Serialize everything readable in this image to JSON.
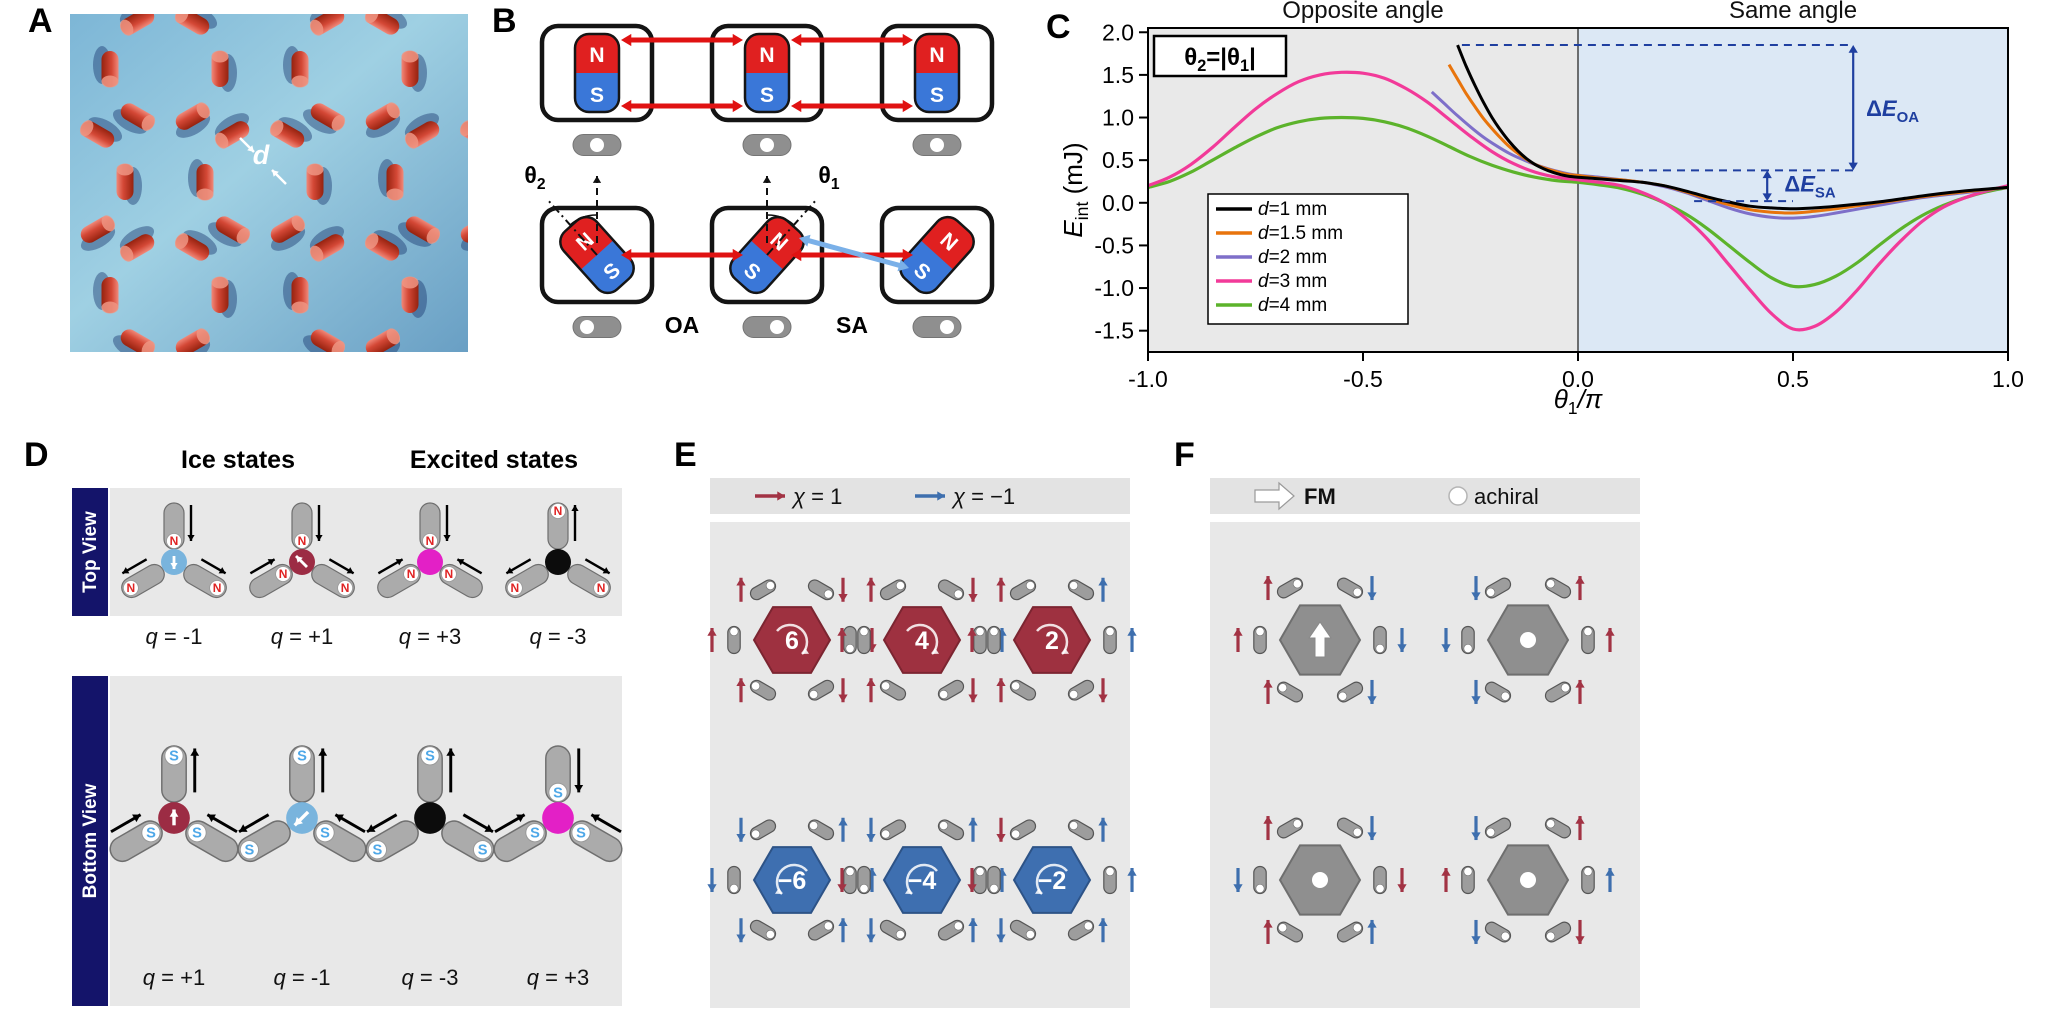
{
  "panels": {
    "A": {
      "label": "A",
      "distance_label": "d"
    },
    "B": {
      "label": "B",
      "magnet_north": "N",
      "magnet_south": "S",
      "theta2": {
        "main": "θ",
        "sub": "2"
      },
      "theta1": {
        "main": "θ",
        "sub": "1"
      },
      "oa_label": "OA",
      "sa_label": "SA"
    },
    "C": {
      "label": "C"
    },
    "D": {
      "label": "D"
    },
    "E": {
      "label": "E"
    },
    "F": {
      "label": "F"
    }
  },
  "chart_data": {
    "type": "line",
    "title": "",
    "xlabel": "θ1/π",
    "xlabel_parts": {
      "main": "θ",
      "sub": "1",
      "rest": "/π"
    },
    "ylabel": "Eint (mJ)",
    "ylabel_parts": {
      "main": "E",
      "sub": "int",
      "rest": " (mJ)"
    },
    "xlim": [
      -1.0,
      1.0
    ],
    "ylim": [
      -1.75,
      2.05
    ],
    "xticks": [
      -1.0,
      -0.5,
      0.0,
      0.5,
      1.0
    ],
    "xtick_labels": [
      "-1.0",
      "-0.5",
      "0.0",
      "0.5",
      "1.0"
    ],
    "yticks": [
      2.0,
      1.5,
      1.0,
      0.5,
      0.0,
      -0.5,
      -1.0,
      -1.5
    ],
    "ytick_labels": [
      "2.0",
      "1.5",
      "1.0",
      "0.5",
      "0.0",
      "-0.5",
      "-1.0",
      "-1.5"
    ],
    "region_labels": [
      "Opposite angle",
      "Same angle"
    ],
    "region_colors": {
      "left": "#e9e9e9",
      "right": "#dce8f5"
    },
    "condition_parts": {
      "t1": "θ",
      "s1": "2",
      "t2": "=|θ",
      "s2": "1",
      "t3": "|"
    },
    "legend_position": "lower-left",
    "series": [
      {
        "name": "d=4 mm",
        "color": "#5cb32b",
        "width": 3.2,
        "x": [
          -1.0,
          -0.95,
          -0.9,
          -0.85,
          -0.8,
          -0.75,
          -0.7,
          -0.65,
          -0.6,
          -0.55,
          -0.5,
          -0.45,
          -0.4,
          -0.35,
          -0.3,
          -0.25,
          -0.2,
          -0.15,
          -0.1,
          -0.05,
          0,
          0.05,
          0.1,
          0.15,
          0.2,
          0.25,
          0.3,
          0.35,
          0.4,
          0.45,
          0.5,
          0.55,
          0.6,
          0.65,
          0.7,
          0.75,
          0.8,
          0.85,
          0.9,
          0.95,
          1.0
        ],
        "y": [
          0.18,
          0.25,
          0.36,
          0.5,
          0.64,
          0.77,
          0.88,
          0.95,
          0.99,
          1.0,
          0.99,
          0.95,
          0.88,
          0.78,
          0.66,
          0.54,
          0.44,
          0.36,
          0.3,
          0.26,
          0.24,
          0.21,
          0.17,
          0.1,
          0.0,
          -0.13,
          -0.3,
          -0.5,
          -0.7,
          -0.88,
          -0.98,
          -0.96,
          -0.86,
          -0.7,
          -0.5,
          -0.31,
          -0.15,
          -0.03,
          0.06,
          0.13,
          0.18
        ]
      },
      {
        "name": "d=3 mm",
        "color": "#f23a99",
        "width": 3.2,
        "x": [
          -1.0,
          -0.95,
          -0.9,
          -0.85,
          -0.8,
          -0.75,
          -0.7,
          -0.65,
          -0.6,
          -0.55,
          -0.5,
          -0.45,
          -0.4,
          -0.35,
          -0.3,
          -0.25,
          -0.2,
          -0.15,
          -0.1,
          -0.05,
          0,
          0.05,
          0.1,
          0.15,
          0.2,
          0.25,
          0.3,
          0.35,
          0.4,
          0.45,
          0.5,
          0.55,
          0.6,
          0.65,
          0.7,
          0.75,
          0.8,
          0.85,
          0.9,
          0.95,
          1.0
        ],
        "y": [
          0.2,
          0.3,
          0.45,
          0.65,
          0.88,
          1.1,
          1.28,
          1.42,
          1.5,
          1.53,
          1.52,
          1.46,
          1.34,
          1.18,
          0.98,
          0.78,
          0.6,
          0.46,
          0.36,
          0.3,
          0.27,
          0.24,
          0.2,
          0.12,
          0.0,
          -0.18,
          -0.42,
          -0.72,
          -1.02,
          -1.3,
          -1.48,
          -1.45,
          -1.28,
          -1.02,
          -0.72,
          -0.45,
          -0.22,
          -0.05,
          0.06,
          0.14,
          0.2
        ]
      },
      {
        "name": "d=2 mm",
        "color": "#7e6fc9",
        "width": 3,
        "x": [
          -0.34,
          -0.31,
          -0.28,
          -0.25,
          -0.22,
          -0.19,
          -0.16,
          -0.13,
          -0.1,
          -0.07,
          -0.04,
          -0.01,
          0.05,
          0.1,
          0.15,
          0.2,
          0.25,
          0.3,
          0.35,
          0.4,
          0.45,
          0.5,
          0.55,
          0.6,
          0.7,
          0.8,
          0.9,
          1.0
        ],
        "y": [
          1.3,
          1.16,
          1.02,
          0.89,
          0.77,
          0.67,
          0.58,
          0.51,
          0.45,
          0.4,
          0.36,
          0.33,
          0.3,
          0.27,
          0.24,
          0.19,
          0.12,
          0.03,
          -0.06,
          -0.13,
          -0.17,
          -0.18,
          -0.16,
          -0.12,
          -0.03,
          0.06,
          0.12,
          0.18
        ]
      },
      {
        "name": "d=1.5 mm",
        "color": "#e8740c",
        "width": 3,
        "x": [
          -0.3,
          -0.28,
          -0.26,
          -0.24,
          -0.22,
          -0.2,
          -0.18,
          -0.16,
          -0.14,
          -0.12,
          -0.1,
          -0.08,
          -0.06,
          -0.04,
          -0.02,
          0,
          0.05,
          0.1,
          0.15,
          0.2,
          0.25,
          0.3,
          0.35,
          0.4,
          0.45,
          0.5,
          0.55,
          0.6,
          0.7,
          0.8,
          0.9,
          1.0
        ],
        "y": [
          1.62,
          1.45,
          1.28,
          1.13,
          0.99,
          0.87,
          0.76,
          0.66,
          0.58,
          0.51,
          0.45,
          0.41,
          0.38,
          0.35,
          0.33,
          0.32,
          0.29,
          0.27,
          0.24,
          0.2,
          0.13,
          0.05,
          -0.02,
          -0.08,
          -0.11,
          -0.12,
          -0.1,
          -0.07,
          0.0,
          0.07,
          0.13,
          0.18
        ]
      },
      {
        "name": "d=1 mm",
        "color": "#000000",
        "width": 3,
        "x": [
          -0.28,
          -0.26,
          -0.24,
          -0.22,
          -0.2,
          -0.18,
          -0.16,
          -0.14,
          -0.12,
          -0.1,
          -0.08,
          -0.06,
          -0.04,
          -0.02,
          0,
          0.05,
          0.1,
          0.15,
          0.2,
          0.25,
          0.3,
          0.35,
          0.4,
          0.45,
          0.5,
          0.55,
          0.6,
          0.7,
          0.8,
          0.9,
          1.0
        ],
        "y": [
          1.85,
          1.6,
          1.38,
          1.18,
          1.0,
          0.85,
          0.72,
          0.61,
          0.52,
          0.45,
          0.4,
          0.36,
          0.33,
          0.31,
          0.3,
          0.28,
          0.26,
          0.24,
          0.2,
          0.14,
          0.07,
          0.01,
          -0.04,
          -0.06,
          -0.07,
          -0.06,
          -0.04,
          0.01,
          0.08,
          0.14,
          0.18
        ]
      }
    ],
    "legend_order": [
      "d=1 mm",
      "d=1.5 mm",
      "d=2 mm",
      "d=3 mm",
      "d=4 mm"
    ],
    "annotations": {
      "color": "#1f3fa0",
      "dashed_lines": [
        {
          "y": 1.85,
          "x1": -0.27,
          "x2": 0.64
        },
        {
          "y": 0.38,
          "x1": 0.1,
          "x2": 0.64
        },
        {
          "y": 0.02,
          "x1": 0.27,
          "x2": 0.5
        }
      ],
      "arrows": [
        {
          "x": 0.64,
          "y1": 0.38,
          "y2": 1.85,
          "label": {
            "pre": "Δ",
            "main": "E",
            "sub": "OA"
          },
          "label_at": [
            0.67,
            1.02
          ]
        },
        {
          "x": 0.44,
          "y1": 0.02,
          "y2": 0.38,
          "label": {
            "pre": "Δ",
            "main": "E",
            "sub": "SA"
          },
          "label_at": [
            0.48,
            0.13
          ]
        }
      ]
    }
  },
  "panelD": {
    "label": "D",
    "col_headers": [
      "Ice states",
      "Excited states"
    ],
    "row_labels": [
      "Top View",
      "Bottom View"
    ],
    "letter_colors": {
      "N": "#e02424",
      "S": "#4fa8e8"
    },
    "rows": [
      {
        "view": "Top View",
        "configs": [
          {
            "q": "q = -1",
            "center": {
              "color": "#79b4dd",
              "arrow": "down"
            },
            "m": [
              {
                "l": "N",
                "p": "inner",
                "a": "in"
              },
              {
                "l": "N",
                "p": "outer",
                "a": "out"
              },
              {
                "l": "N",
                "p": "outer",
                "a": "out"
              }
            ]
          },
          {
            "q": "q = +1",
            "center": {
              "color": "#9c2c44",
              "arrow": "upleft"
            },
            "m": [
              {
                "l": "N",
                "p": "inner",
                "a": "in"
              },
              {
                "l": "N",
                "p": "inner",
                "a": "in"
              },
              {
                "l": "N",
                "p": "outer",
                "a": "out"
              }
            ]
          },
          {
            "q": "q = +3",
            "center": {
              "color": "#e320c6",
              "arrow": null
            },
            "m": [
              {
                "l": "N",
                "p": "inner",
                "a": "in"
              },
              {
                "l": "N",
                "p": "inner",
                "a": "in"
              },
              {
                "l": "N",
                "p": "inner",
                "a": "in"
              }
            ]
          },
          {
            "q": "q = -3",
            "center": {
              "color": "#0c0c0c",
              "arrow": null
            },
            "m": [
              {
                "l": "N",
                "p": "outer",
                "a": "out"
              },
              {
                "l": "N",
                "p": "outer",
                "a": "out"
              },
              {
                "l": "N",
                "p": "outer",
                "a": "out"
              }
            ]
          }
        ]
      },
      {
        "view": "Bottom View",
        "configs": [
          {
            "q": "q = +1",
            "center": {
              "color": "#9c2c44",
              "arrow": "up"
            },
            "m": [
              {
                "l": "S",
                "p": "outer",
                "a": "out"
              },
              {
                "l": "S",
                "p": "inner",
                "a": "in"
              },
              {
                "l": "S",
                "p": "inner",
                "a": "in"
              }
            ]
          },
          {
            "q": "q = -1",
            "center": {
              "color": "#79b4dd",
              "arrow": "downleft"
            },
            "m": [
              {
                "l": "S",
                "p": "outer",
                "a": "out"
              },
              {
                "l": "S",
                "p": "outer",
                "a": "out"
              },
              {
                "l": "S",
                "p": "inner",
                "a": "in"
              }
            ]
          },
          {
            "q": "q = -3",
            "center": {
              "color": "#0c0c0c",
              "arrow": null
            },
            "m": [
              {
                "l": "S",
                "p": "outer",
                "a": "out"
              },
              {
                "l": "S",
                "p": "outer",
                "a": "out"
              },
              {
                "l": "S",
                "p": "outer",
                "a": "out"
              }
            ]
          },
          {
            "q": "q = +3",
            "center": {
              "color": "#e320c6",
              "arrow": null
            },
            "m": [
              {
                "l": "S",
                "p": "inner",
                "a": "in"
              },
              {
                "l": "S",
                "p": "inner",
                "a": "in"
              },
              {
                "l": "S",
                "p": "inner",
                "a": "in"
              }
            ]
          }
        ]
      }
    ]
  },
  "panelE": {
    "label": "E",
    "red": "#a23344",
    "blue": "#3e6fae",
    "red_hex": "#9e3140",
    "blue_hex": "#3e6fb0",
    "legend": [
      {
        "sym": "χ",
        "rest": " = 1"
      },
      {
        "sym": "χ",
        "rest": " = −1"
      }
    ],
    "clusters": [
      {
        "value": "6",
        "type": "red",
        "spins": [
          {
            "c": "r",
            "d": "up"
          },
          {
            "c": "r",
            "d": "down"
          },
          {
            "c": "r",
            "d": "down"
          },
          {
            "c": "r",
            "d": "down"
          },
          {
            "c": "r",
            "d": "up"
          },
          {
            "c": "r",
            "d": "up"
          }
        ]
      },
      {
        "value": "4",
        "type": "red",
        "spins": [
          {
            "c": "r",
            "d": "up"
          },
          {
            "c": "r",
            "d": "down"
          },
          {
            "c": "b",
            "d": "up"
          },
          {
            "c": "r",
            "d": "down"
          },
          {
            "c": "r",
            "d": "up"
          },
          {
            "c": "r",
            "d": "up"
          }
        ]
      },
      {
        "value": "2",
        "type": "red",
        "spins": [
          {
            "c": "r",
            "d": "up"
          },
          {
            "c": "b",
            "d": "up"
          },
          {
            "c": "b",
            "d": "up"
          },
          {
            "c": "r",
            "d": "down"
          },
          {
            "c": "r",
            "d": "up"
          },
          {
            "c": "r",
            "d": "up"
          }
        ]
      },
      {
        "value": "−6",
        "type": "blue",
        "spins": [
          {
            "c": "b",
            "d": "down"
          },
          {
            "c": "b",
            "d": "up"
          },
          {
            "c": "b",
            "d": "up"
          },
          {
            "c": "b",
            "d": "up"
          },
          {
            "c": "b",
            "d": "down"
          },
          {
            "c": "b",
            "d": "down"
          }
        ]
      },
      {
        "value": "−4",
        "type": "blue",
        "spins": [
          {
            "c": "b",
            "d": "down"
          },
          {
            "c": "b",
            "d": "up"
          },
          {
            "c": "b",
            "d": "up"
          },
          {
            "c": "b",
            "d": "up"
          },
          {
            "c": "b",
            "d": "down"
          },
          {
            "c": "r",
            "d": "down"
          }
        ]
      },
      {
        "value": "−2",
        "type": "blue",
        "spins": [
          {
            "c": "r",
            "d": "down"
          },
          {
            "c": "b",
            "d": "up"
          },
          {
            "c": "b",
            "d": "up"
          },
          {
            "c": "b",
            "d": "up"
          },
          {
            "c": "b",
            "d": "down"
          },
          {
            "c": "r",
            "d": "down"
          }
        ]
      }
    ]
  },
  "panelF": {
    "label": "F",
    "red": "#a23344",
    "blue": "#3e6fae",
    "hex_fill": "#8f8f8f",
    "legend": [
      {
        "text": "FM",
        "symbol": "fm-arrow"
      },
      {
        "text": "achiral",
        "symbol": "white-circle"
      }
    ],
    "clusters": [
      {
        "center": "fm",
        "spins": [
          {
            "c": "r",
            "d": "up"
          },
          {
            "c": "b",
            "d": "down"
          },
          {
            "c": "b",
            "d": "down"
          },
          {
            "c": "b",
            "d": "down"
          },
          {
            "c": "r",
            "d": "up"
          },
          {
            "c": "r",
            "d": "up"
          }
        ]
      },
      {
        "center": "dot",
        "spins": [
          {
            "c": "b",
            "d": "down"
          },
          {
            "c": "r",
            "d": "up"
          },
          {
            "c": "r",
            "d": "up"
          },
          {
            "c": "r",
            "d": "up"
          },
          {
            "c": "b",
            "d": "down"
          },
          {
            "c": "b",
            "d": "down"
          }
        ]
      },
      {
        "center": "dot",
        "spins": [
          {
            "c": "r",
            "d": "up"
          },
          {
            "c": "b",
            "d": "down"
          },
          {
            "c": "r",
            "d": "down"
          },
          {
            "c": "b",
            "d": "up"
          },
          {
            "c": "r",
            "d": "up"
          },
          {
            "c": "b",
            "d": "down"
          }
        ]
      },
      {
        "center": "dot",
        "spins": [
          {
            "c": "b",
            "d": "down"
          },
          {
            "c": "r",
            "d": "up"
          },
          {
            "c": "b",
            "d": "up"
          },
          {
            "c": "r",
            "d": "down"
          },
          {
            "c": "b",
            "d": "down"
          },
          {
            "c": "r",
            "d": "up"
          }
        ]
      }
    ]
  }
}
